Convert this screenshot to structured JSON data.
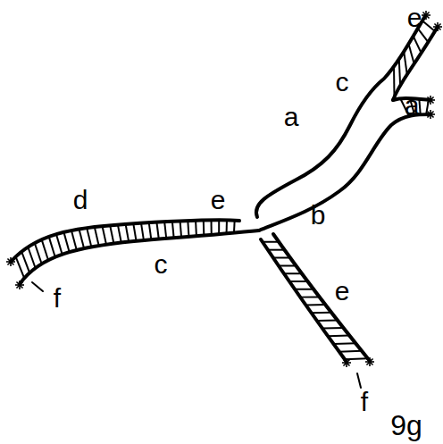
{
  "diagram": {
    "labels": [
      "e",
      "c",
      "a",
      "a",
      "b",
      "d",
      "e",
      "c",
      "f",
      "e",
      "f",
      "9g"
    ]
  }
}
